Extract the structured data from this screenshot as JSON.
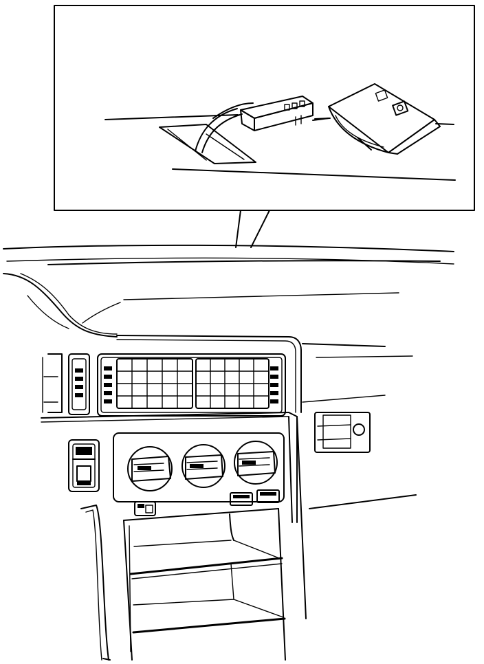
{
  "figure": {
    "type": "line-drawing",
    "subject": "dashboard-center-console-with-detail-inset",
    "colors": {
      "line": "#000000",
      "background": "#ffffff"
    },
    "inset": {
      "shows": "sensor-unit-removed-from-dashboard-top-opening",
      "parts": [
        "dashboard-opening",
        "connector-plug",
        "sensor-unit"
      ]
    },
    "main": {
      "parts": [
        "dashboard-top",
        "center-air-vents",
        "side-air-vents",
        "hazard-switch",
        "climate-control-knobs",
        "console-switches",
        "storage-compartment",
        "glovebox-panel"
      ]
    }
  }
}
